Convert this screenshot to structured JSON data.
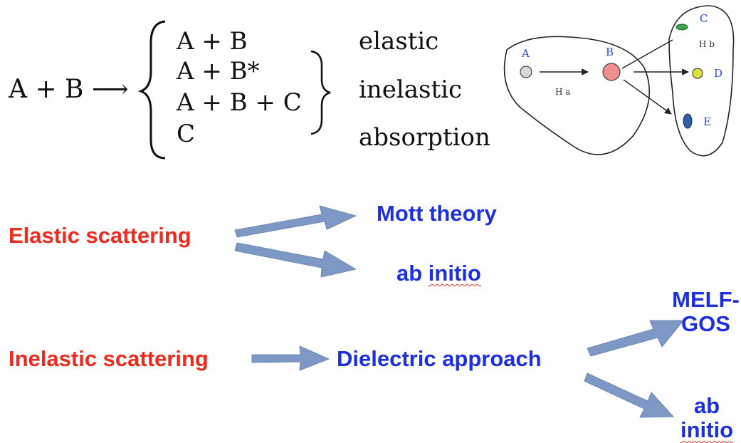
{
  "equation": {
    "lhs": "A + B ⟶",
    "outcomes": [
      {
        "product": "A + B",
        "label": "elastic"
      },
      {
        "product": "A + B*",
        "label": "inelastic"
      },
      {
        "product": "A + B + C",
        "label": ""
      },
      {
        "product": "C",
        "label": "absorption"
      }
    ]
  },
  "figure": {
    "region_a": "H a",
    "region_b": "H b",
    "nodes": {
      "A": "A",
      "B": "B",
      "C": "C",
      "D": "D",
      "E": "E"
    },
    "colors": {
      "A": "#d9d9d9",
      "B": "#f08f8f",
      "C": "#3aa64a",
      "D": "#e0e03a",
      "E": "#2f5fa8",
      "label": "#2b4fd6"
    }
  },
  "flow": {
    "elastic": {
      "source": "Elastic scattering",
      "targets": [
        "Mott theory",
        "ab initio"
      ]
    },
    "inelastic": {
      "source": "Inelastic scattering",
      "middle": "Dielectric approach",
      "targets": [
        {
          "line1": "MELF-",
          "line2": "GOS"
        },
        {
          "line1": "ab",
          "line2": "initio"
        }
      ]
    },
    "colors": {
      "source": "#ee2b1f",
      "target": "#1d2fe3",
      "arrow": "#7d98c4"
    }
  }
}
